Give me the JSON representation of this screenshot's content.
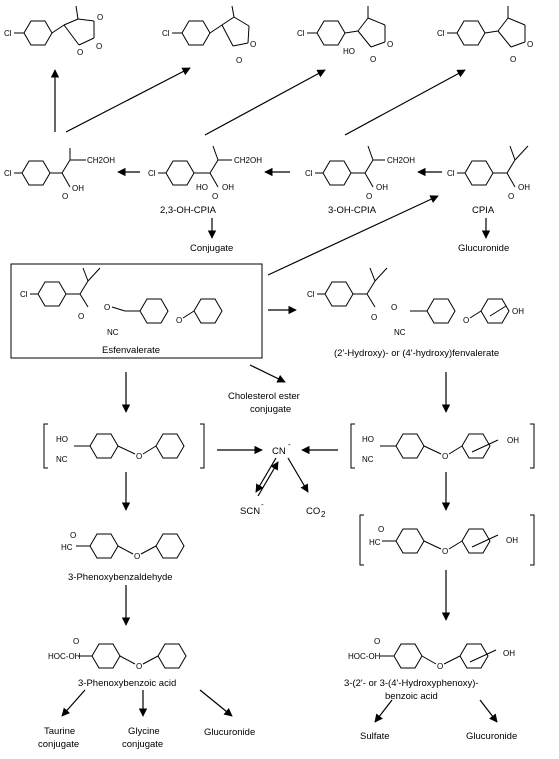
{
  "labels": {
    "oh_cpia_23": "2,3-OH-CPIA",
    "oh_cpia_3": "3-OH-CPIA",
    "cpia": "CPIA",
    "conjugate": "Conjugate",
    "glucuronide_top": "Glucuronide",
    "esfenvalerate": "Esfenvalerate",
    "hydroxyfenvalerate": "(2'-Hydroxy)- or (4'-hydroxy)fenvalerate",
    "cholesterol_1": "Cholesterol ester",
    "cholesterol_2": "conjugate",
    "cn": "CN",
    "scn": "SCN",
    "co2": "CO",
    "phenoxybenzaldehyde": "3-Phenoxybenzaldehyde",
    "phenoxybenzoic": "3-Phenoxybenzoic acid",
    "hydroxyphenoxy_1": "3-(2'- or 3-(4'-Hydroxyphenoxy)-",
    "hydroxyphenoxy_2": "benzoic acid",
    "taurine_1": "Taurine",
    "taurine_2": "conjugate",
    "glycine_1": "Glycine",
    "glycine_2": "conjugate",
    "glucuronide_left": "Glucuronide",
    "sulfate": "Sulfate",
    "glucuronide_right": "Glucuronide"
  },
  "atoms": {
    "cl": "Cl",
    "o": "O",
    "oh": "OH",
    "ho": "HO",
    "nc": "NC",
    "ch2oh": "CH2OH",
    "cooh": "C-OH",
    "hc": "HC",
    "minus": "-",
    "two": "2"
  }
}
